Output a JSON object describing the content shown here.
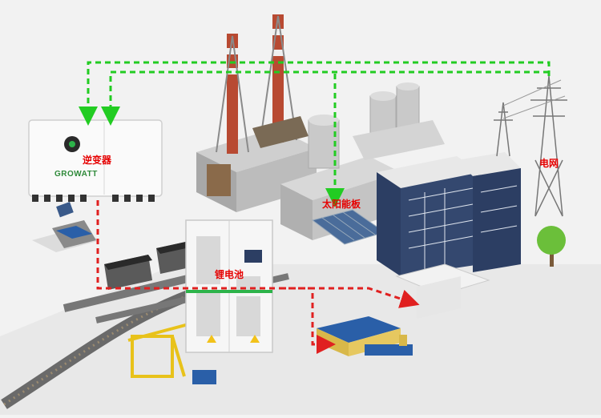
{
  "labels": {
    "inverter": "逆变器",
    "solar_panel": "太阳能板",
    "battery": "锂电池",
    "grid": "电网"
  },
  "inverter_brand": "GROWATT",
  "colors": {
    "grid_flow": "#22cc22",
    "battery_flow": "#e02020",
    "label_text": "#e60000",
    "building_blue": "#2c3e63",
    "chimney_red": "#b84a32"
  }
}
